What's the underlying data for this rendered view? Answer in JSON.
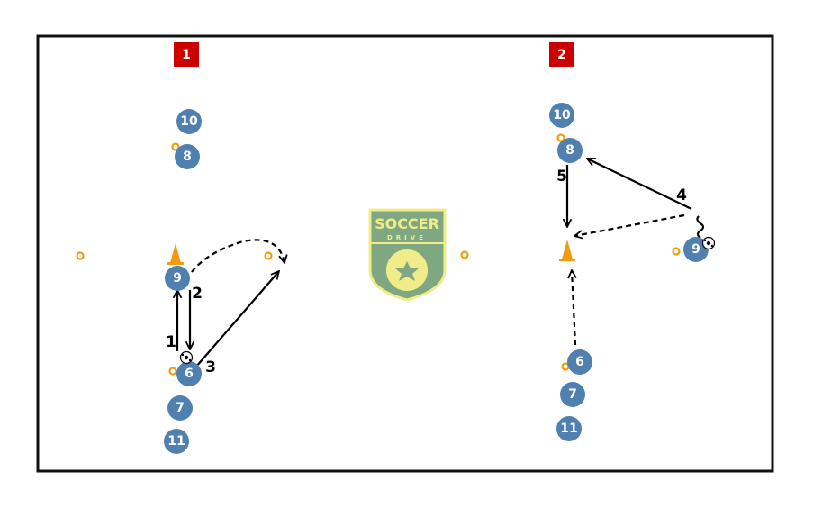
{
  "colors": {
    "player": "#4f80b0",
    "cone": "#f59a0c",
    "badge": "#cc0000",
    "logo_green": "#7fa882",
    "logo_yellow": "#f0ec8a"
  },
  "logo": {
    "line1": "SOCCER",
    "line2": "DRIVE"
  },
  "drill_1": {
    "badge": "1",
    "players": [
      "10",
      "8",
      "9",
      "6",
      "7",
      "11"
    ],
    "steps": [
      "1",
      "2",
      "3"
    ]
  },
  "drill_2": {
    "badge": "2",
    "players": [
      "10",
      "8",
      "9",
      "6",
      "7",
      "11"
    ],
    "steps": [
      "4",
      "5"
    ]
  }
}
